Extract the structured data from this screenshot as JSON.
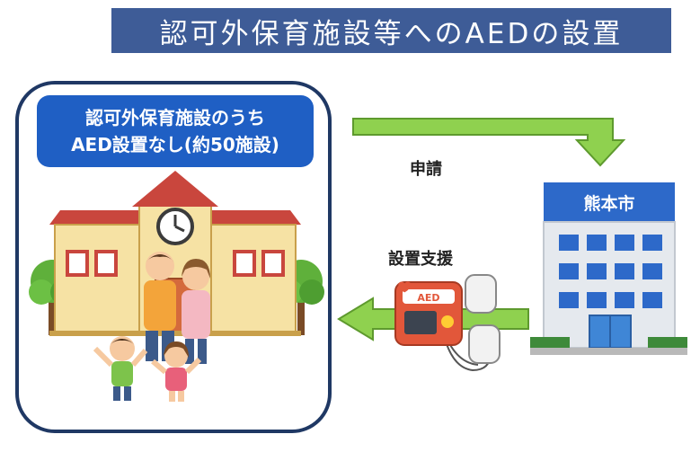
{
  "title": "認可外保育施設等へのAEDの設置",
  "facility": {
    "label_line1": "認可外保育施設のうち",
    "label_line2": "AED設置なし(約50施設)"
  },
  "city": {
    "name": "熊本市"
  },
  "arrows": {
    "application": "申請",
    "support": "設置支援"
  },
  "aed": {
    "text": "AED"
  },
  "colors": {
    "title_bar": "#3e5c97",
    "facility_border": "#1f3864",
    "label_box": "#1f5fc4",
    "city_label": "#2d69c9",
    "arrow_fill": "#8fd14f",
    "arrow_stroke": "#5e9a2e"
  },
  "icons": [
    "school-building-icon",
    "family-icon",
    "aed-device-icon",
    "office-building-icon",
    "tree-icon",
    "clock-icon"
  ]
}
